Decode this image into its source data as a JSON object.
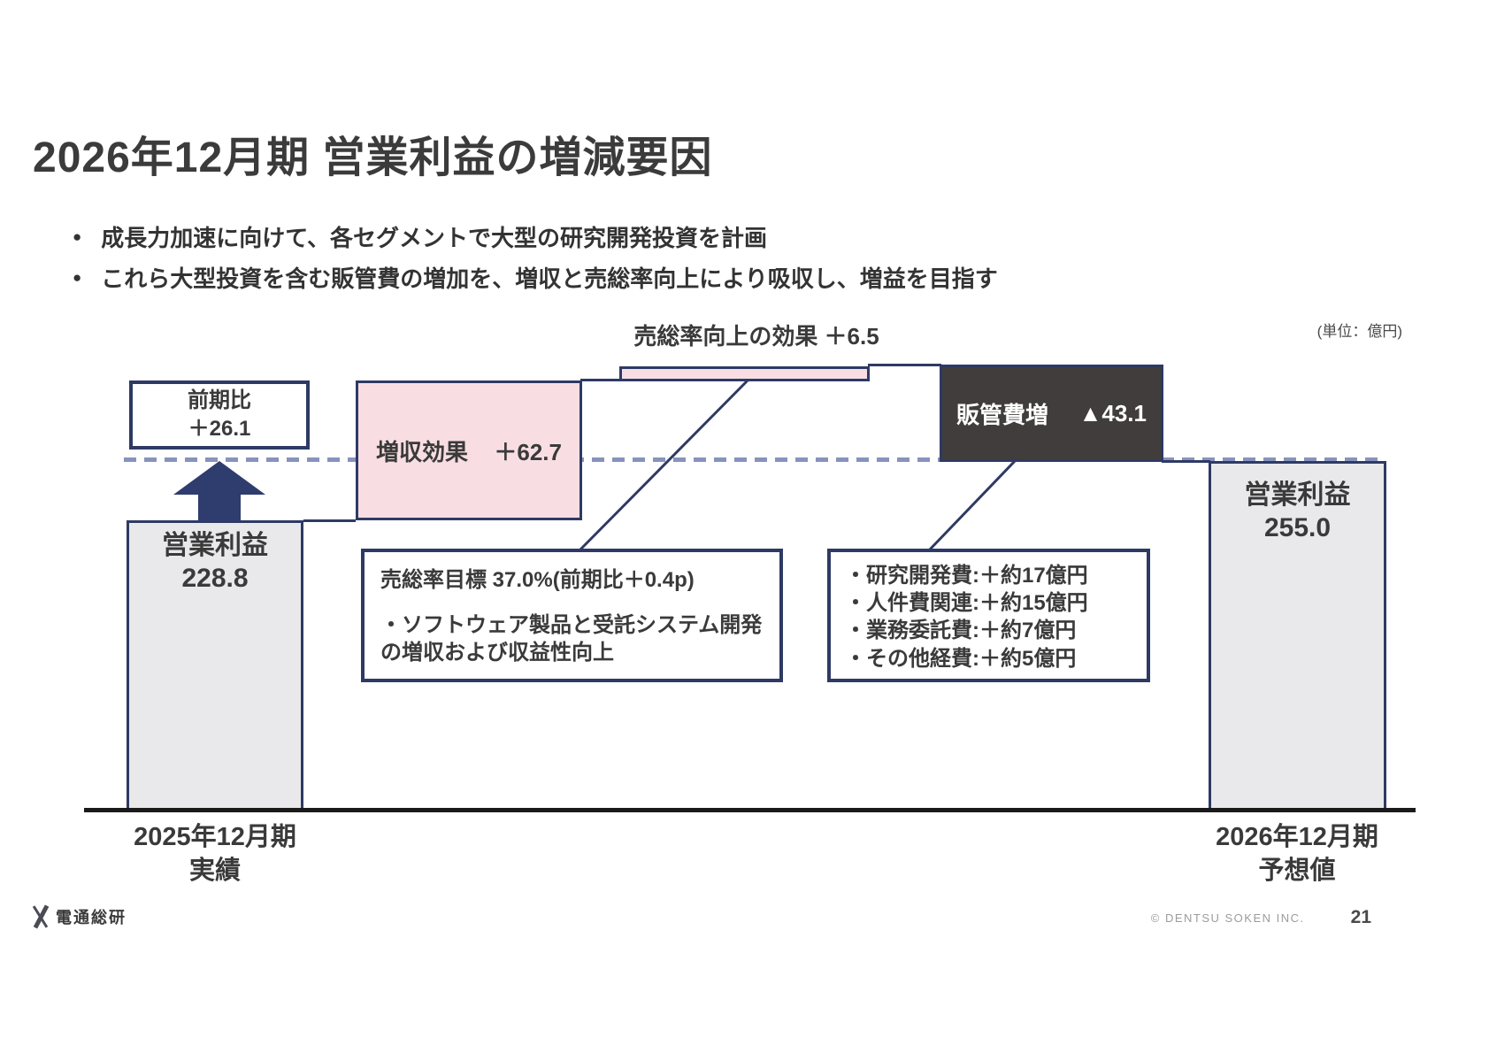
{
  "slide": {
    "title": "2026年12月期 営業利益の増減要因",
    "bullets": [
      "成長力加速に向けて、各セグメントで大型の研究開発投資を計画",
      "これら大型投資を含む販管費の増加を、増収と売総率向上により吸収し、増益を目指す"
    ],
    "unit_note": "(単位：億円)"
  },
  "chart_data": {
    "type": "bar",
    "variant": "waterfall",
    "unit": "億円",
    "title": "2026年12月期 営業利益の増減要因",
    "categories": [
      "2025年12月期 実績",
      "増収効果",
      "売総率向上の効果",
      "販管費増",
      "2026年12月期 予想値"
    ],
    "values": [
      228.8,
      62.7,
      6.5,
      -43.1,
      255.0
    ],
    "series": [
      {
        "name": "営業利益 (2025年12月期 実績)",
        "value": 228.8,
        "role": "start"
      },
      {
        "name": "増収効果",
        "value": 62.7,
        "role": "increase"
      },
      {
        "name": "売総率向上の効果",
        "value": 6.5,
        "role": "increase"
      },
      {
        "name": "販管費増",
        "value": -43.1,
        "role": "decrease"
      },
      {
        "name": "営業利益 (2026年12月期 予想値)",
        "value": 255.0,
        "role": "end"
      }
    ],
    "yoy_change": 26.1,
    "legend_position": "none",
    "grid": false
  },
  "waterfall": {
    "yoy_box": {
      "line1": "前期比",
      "line2": "＋26.1"
    },
    "start_bar": {
      "line1": "営業利益",
      "line2": "228.8",
      "axis_line1": "2025年12月期",
      "axis_line2": "実績"
    },
    "revenue_box": {
      "name": "増収効果",
      "value": "＋62.7"
    },
    "gross_margin_label": "売総率向上の効果 ＋6.5",
    "sga_box": {
      "name": "販管費増",
      "value": "▲43.1"
    },
    "end_bar": {
      "line1": "営業利益",
      "line2": "255.0",
      "axis_line1": "2026年12月期",
      "axis_line2": "予想値"
    }
  },
  "callouts": {
    "gross_margin": {
      "line1": "売総率目標 37.0%(前期比＋0.4p)",
      "line2": "・ソフトウェア製品と受託システム開発の増収および収益性向上"
    },
    "sga": {
      "items": [
        "・研究開発費:＋約17億円",
        "・人件費関連:＋約15億円",
        "・業務委託費:＋約7億円",
        "・その他経費:＋約5億円"
      ]
    }
  },
  "footer": {
    "logo_text": "電通総研",
    "copyright": "© DENTSU SOKEN INC.",
    "page_number": "21"
  },
  "colors": {
    "navy": "#2e3a64",
    "pink": "#f8dee3",
    "bar_gray": "#e9e9ec",
    "dark_box": "#403d3c",
    "dashed_line": "#8793bd",
    "text_dark": "#3a3a3a"
  }
}
